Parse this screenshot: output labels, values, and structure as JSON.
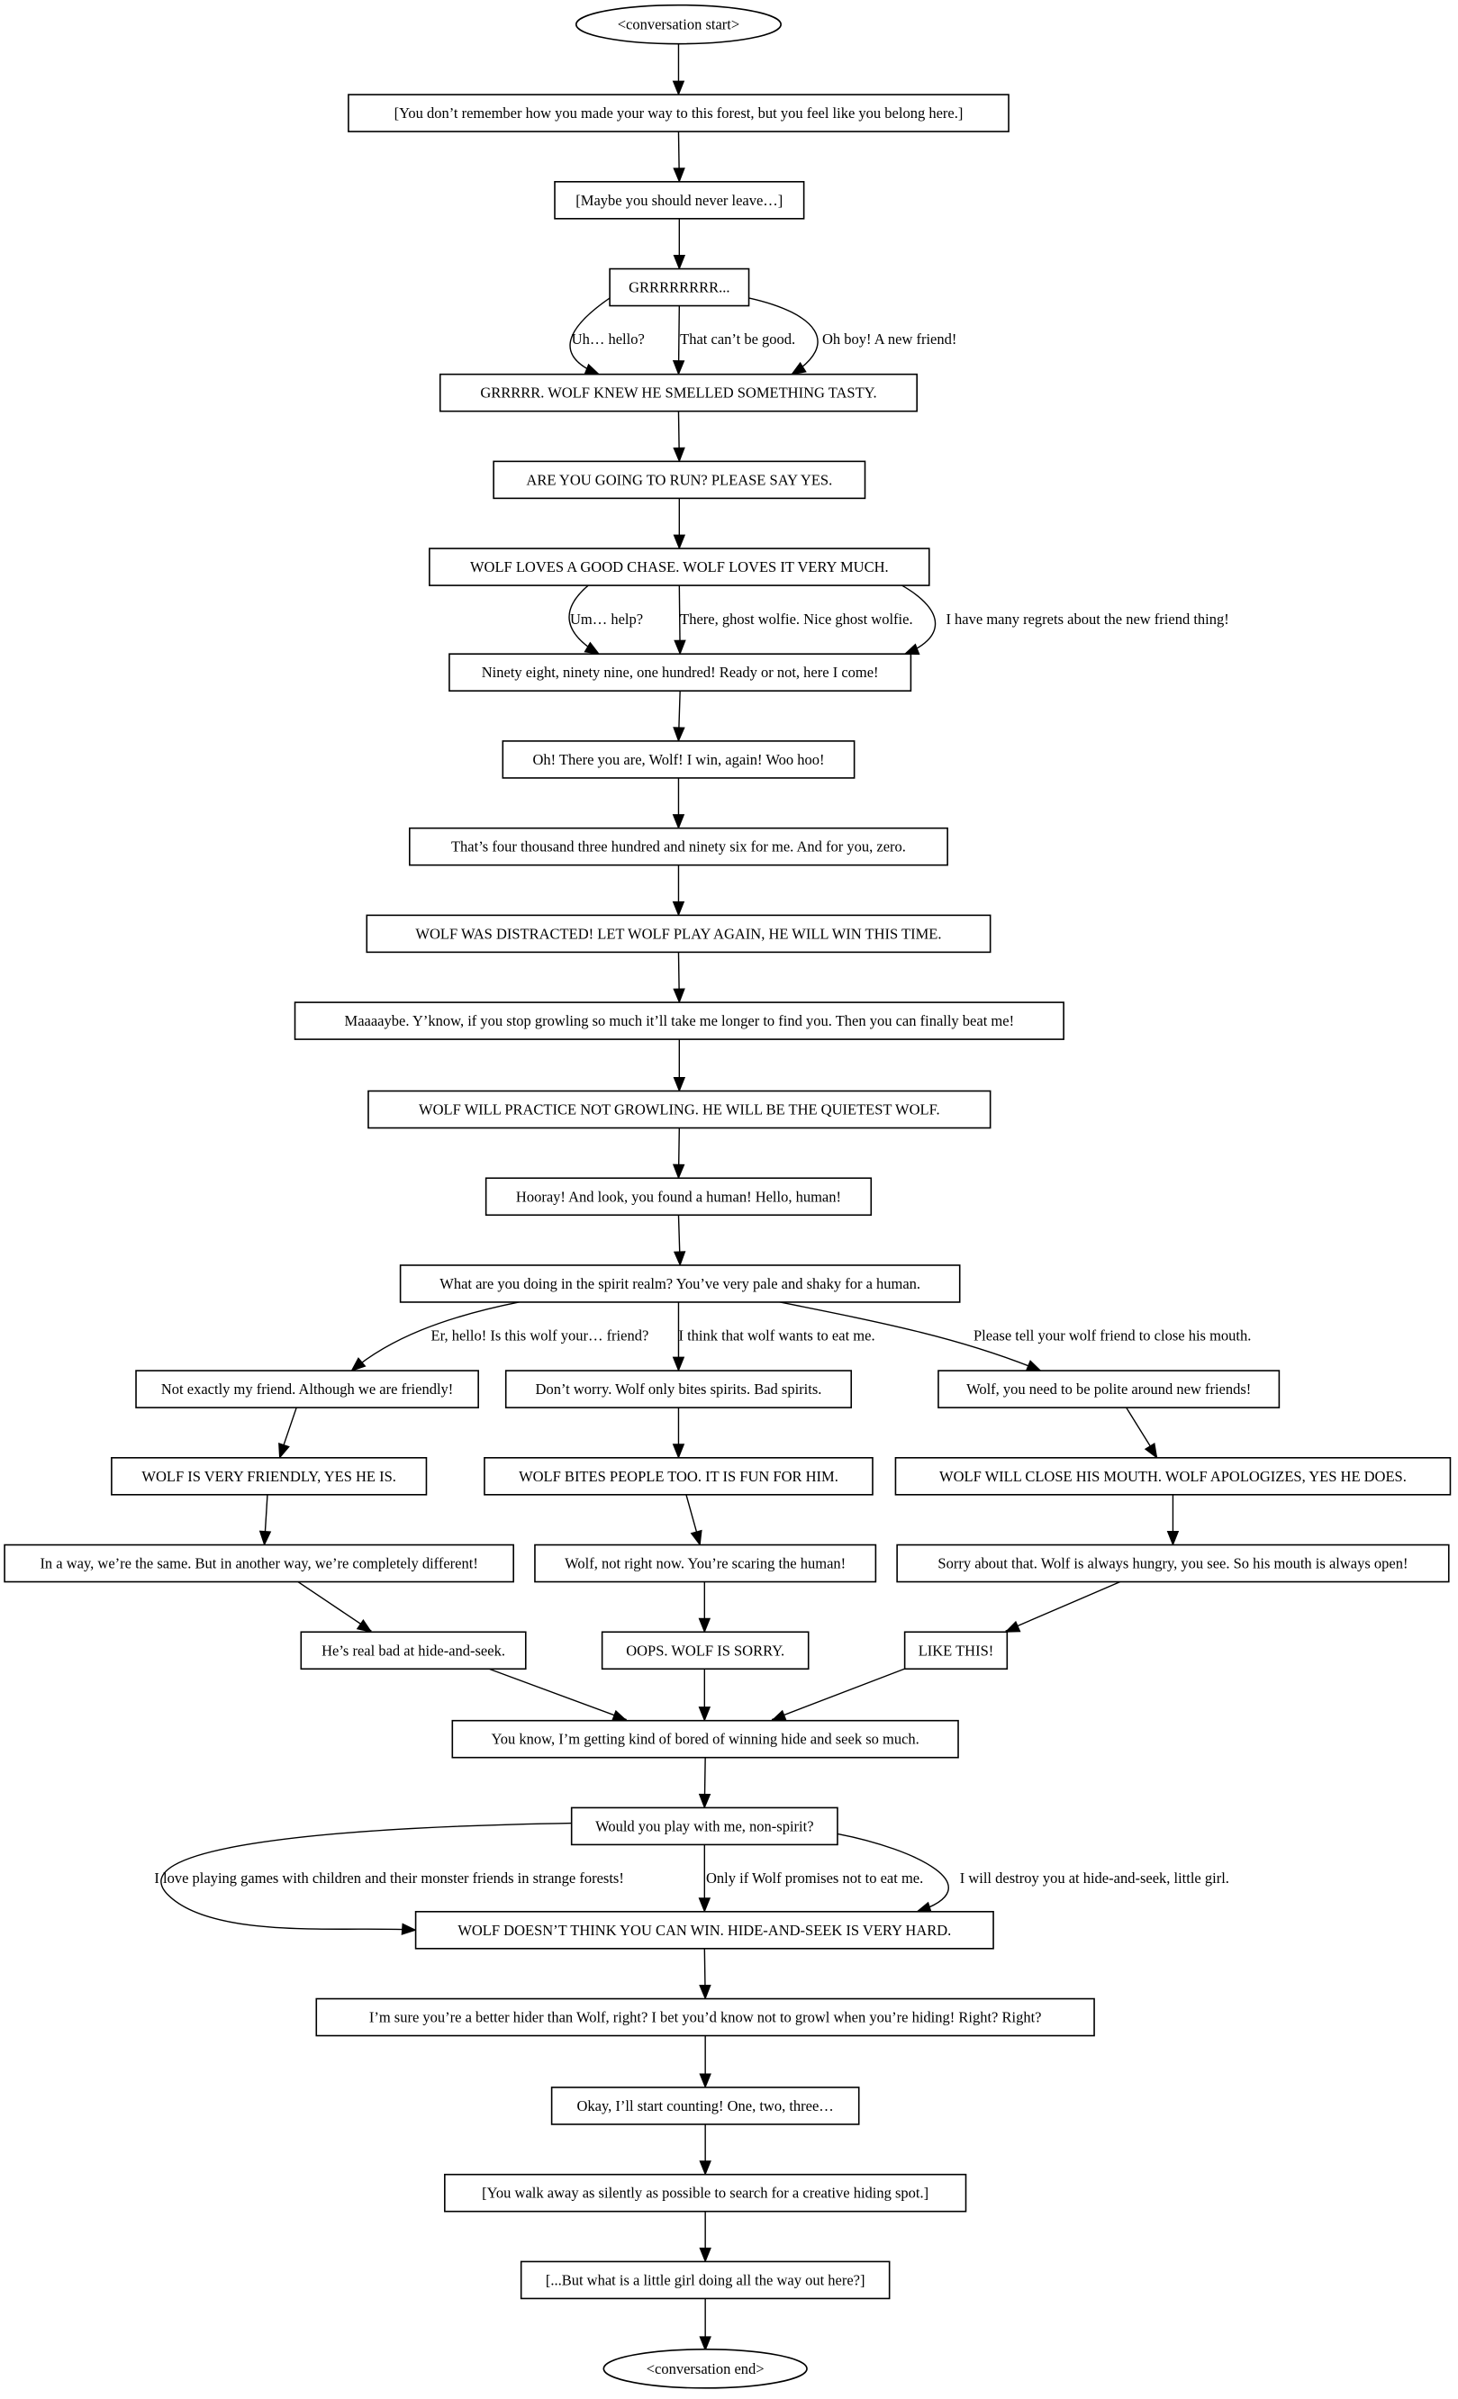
{
  "title": "Wolf conversation dialogue tree",
  "nodes": [
    {
      "id": "start",
      "shape": "ellipse",
      "text": "<conversation start>"
    },
    {
      "id": "n1",
      "text": "[You don’t remember how you made your way to this forest, but you feel like you belong here.]"
    },
    {
      "id": "n2",
      "text": "[Maybe you should never leave…]"
    },
    {
      "id": "n3",
      "text": "GRRRRRRRR..."
    },
    {
      "id": "n4",
      "text": "GRRRRR. WOLF KNEW HE SMELLED SOMETHING TASTY."
    },
    {
      "id": "n5",
      "text": "ARE YOU GOING TO RUN? PLEASE SAY YES."
    },
    {
      "id": "n6",
      "text": "WOLF LOVES A GOOD CHASE. WOLF LOVES IT VERY MUCH."
    },
    {
      "id": "n7",
      "text": "Ninety eight, ninety nine, one hundred! Ready or not, here I come!"
    },
    {
      "id": "n8",
      "text": "Oh! There you are, Wolf! I win, again! Woo hoo!"
    },
    {
      "id": "n9",
      "text": "That’s four thousand three hundred and ninety six for me. And for you, zero."
    },
    {
      "id": "n10",
      "text": "WOLF WAS DISTRACTED! LET WOLF PLAY AGAIN, HE WILL WIN THIS TIME."
    },
    {
      "id": "n11",
      "text": "Maaaaybe. Y’know, if you stop growling so much it’ll take me longer to find you. Then you can finally beat me!"
    },
    {
      "id": "n12",
      "text": "WOLF WILL PRACTICE NOT GROWLING. HE WILL BE THE QUIETEST WOLF."
    },
    {
      "id": "n13",
      "text": "Hooray! And look, you found a human! Hello, human!"
    },
    {
      "id": "n14",
      "text": "What are you doing in the spirit realm? You’ve very pale and shaky for a human."
    },
    {
      "id": "a1",
      "text": "Not exactly my friend. Although we are friendly!"
    },
    {
      "id": "b1",
      "text": "Don’t worry. Wolf only bites spirits. Bad spirits."
    },
    {
      "id": "c1",
      "text": "Wolf, you need to be polite around new friends!"
    },
    {
      "id": "a2",
      "text": "WOLF IS VERY FRIENDLY, YES HE IS."
    },
    {
      "id": "b2",
      "text": "WOLF BITES PEOPLE TOO. IT IS FUN FOR HIM."
    },
    {
      "id": "c2",
      "text": "WOLF WILL CLOSE HIS MOUTH. WOLF APOLOGIZES, YES HE DOES."
    },
    {
      "id": "a3",
      "text": "In a way, we’re the same. But in another way, we’re completely different!"
    },
    {
      "id": "b3",
      "text": "Wolf, not right now. You’re scaring the human!"
    },
    {
      "id": "c3",
      "text": "Sorry about that. Wolf is always hungry, you see. So his mouth is always open!"
    },
    {
      "id": "a4",
      "text": "He’s real bad at hide-and-seek."
    },
    {
      "id": "b4",
      "text": "OOPS. WOLF IS SORRY."
    },
    {
      "id": "c4",
      "text": "LIKE THIS!"
    },
    {
      "id": "n19",
      "text": "You know, I’m getting kind of bored of winning hide and seek so much."
    },
    {
      "id": "n20",
      "text": "Would you play with me, non-spirit?"
    },
    {
      "id": "n21",
      "text": "WOLF DOESN’T THINK YOU CAN WIN. HIDE-AND-SEEK IS VERY HARD."
    },
    {
      "id": "n22",
      "text": "I’m sure you’re a better hider than Wolf, right? I bet you’d know not to growl when you’re hiding! Right? Right?"
    },
    {
      "id": "n23",
      "text": "Okay, I’ll start counting! One, two, three…"
    },
    {
      "id": "n24",
      "text": "[You walk away as silently as possible to search for a creative hiding spot.]"
    },
    {
      "id": "n25",
      "text": "[...But what is a little girl doing all the way out here?]"
    },
    {
      "id": "end",
      "shape": "ellipse",
      "text": "<conversation end>"
    }
  ],
  "edges": [
    {
      "from": "start",
      "to": "n1"
    },
    {
      "from": "n1",
      "to": "n2"
    },
    {
      "from": "n2",
      "to": "n3"
    },
    {
      "from": "n3",
      "to": "n4",
      "label": "Uh… hello?"
    },
    {
      "from": "n3",
      "to": "n4",
      "label": "That can’t be good."
    },
    {
      "from": "n3",
      "to": "n4",
      "label": "Oh boy! A new friend!"
    },
    {
      "from": "n4",
      "to": "n5"
    },
    {
      "from": "n5",
      "to": "n6"
    },
    {
      "from": "n6",
      "to": "n7",
      "label": "Um… help?"
    },
    {
      "from": "n6",
      "to": "n7",
      "label": "There, ghost wolfie. Nice ghost wolfie."
    },
    {
      "from": "n6",
      "to": "n7",
      "label": "I have many regrets about the new friend thing!"
    },
    {
      "from": "n7",
      "to": "n8"
    },
    {
      "from": "n8",
      "to": "n9"
    },
    {
      "from": "n9",
      "to": "n10"
    },
    {
      "from": "n10",
      "to": "n11"
    },
    {
      "from": "n11",
      "to": "n12"
    },
    {
      "from": "n12",
      "to": "n13"
    },
    {
      "from": "n13",
      "to": "n14"
    },
    {
      "from": "n14",
      "to": "a1",
      "label": "Er, hello! Is this wolf your… friend?"
    },
    {
      "from": "n14",
      "to": "b1",
      "label": "I think that wolf wants to eat me."
    },
    {
      "from": "n14",
      "to": "c1",
      "label": "Please tell your wolf friend to close his mouth."
    },
    {
      "from": "a1",
      "to": "a2"
    },
    {
      "from": "b1",
      "to": "b2"
    },
    {
      "from": "c1",
      "to": "c2"
    },
    {
      "from": "a2",
      "to": "a3"
    },
    {
      "from": "b2",
      "to": "b3"
    },
    {
      "from": "c2",
      "to": "c3"
    },
    {
      "from": "a3",
      "to": "a4"
    },
    {
      "from": "b3",
      "to": "b4"
    },
    {
      "from": "c3",
      "to": "c4"
    },
    {
      "from": "a4",
      "to": "n19"
    },
    {
      "from": "b4",
      "to": "n19"
    },
    {
      "from": "c4",
      "to": "n19"
    },
    {
      "from": "n19",
      "to": "n20"
    },
    {
      "from": "n20",
      "to": "n21",
      "label": "I love playing games with children and their monster friends in strange forests!"
    },
    {
      "from": "n20",
      "to": "n21",
      "label": "Only if Wolf promises not to eat me."
    },
    {
      "from": "n20",
      "to": "n21",
      "label": "I will destroy you at hide-and-seek, little girl."
    },
    {
      "from": "n21",
      "to": "n22"
    },
    {
      "from": "n22",
      "to": "n23"
    },
    {
      "from": "n23",
      "to": "n24"
    },
    {
      "from": "n24",
      "to": "n25"
    },
    {
      "from": "n25",
      "to": "end"
    }
  ]
}
